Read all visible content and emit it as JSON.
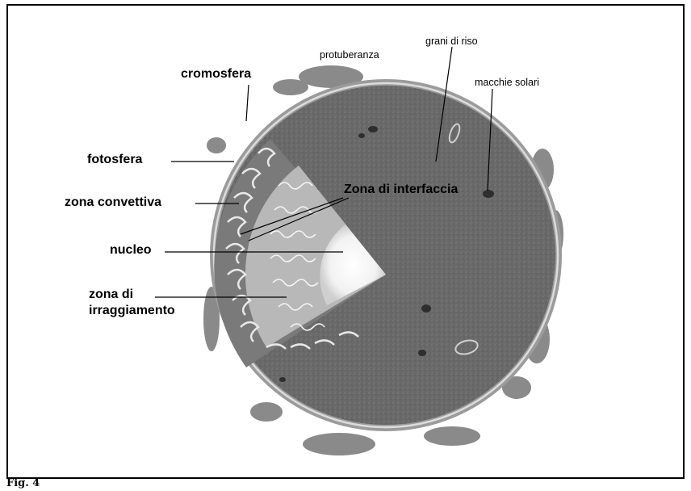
{
  "figure": {
    "caption": "Fig. 4",
    "labels": {
      "cromosfera": "cromosfera",
      "fotosfera": "fotosfera",
      "zona_convettiva": "zona convettiva",
      "nucleo": "nucleo",
      "zona_irraggiamento_line1": "zona di",
      "zona_irraggiamento_line2": "irraggiamento",
      "protuberanza": "protuberanza",
      "grani_di_riso": "grani di riso",
      "macchie_solari": "macchie solari",
      "zona_di_interfaccia": "Zona di interfaccia"
    }
  }
}
